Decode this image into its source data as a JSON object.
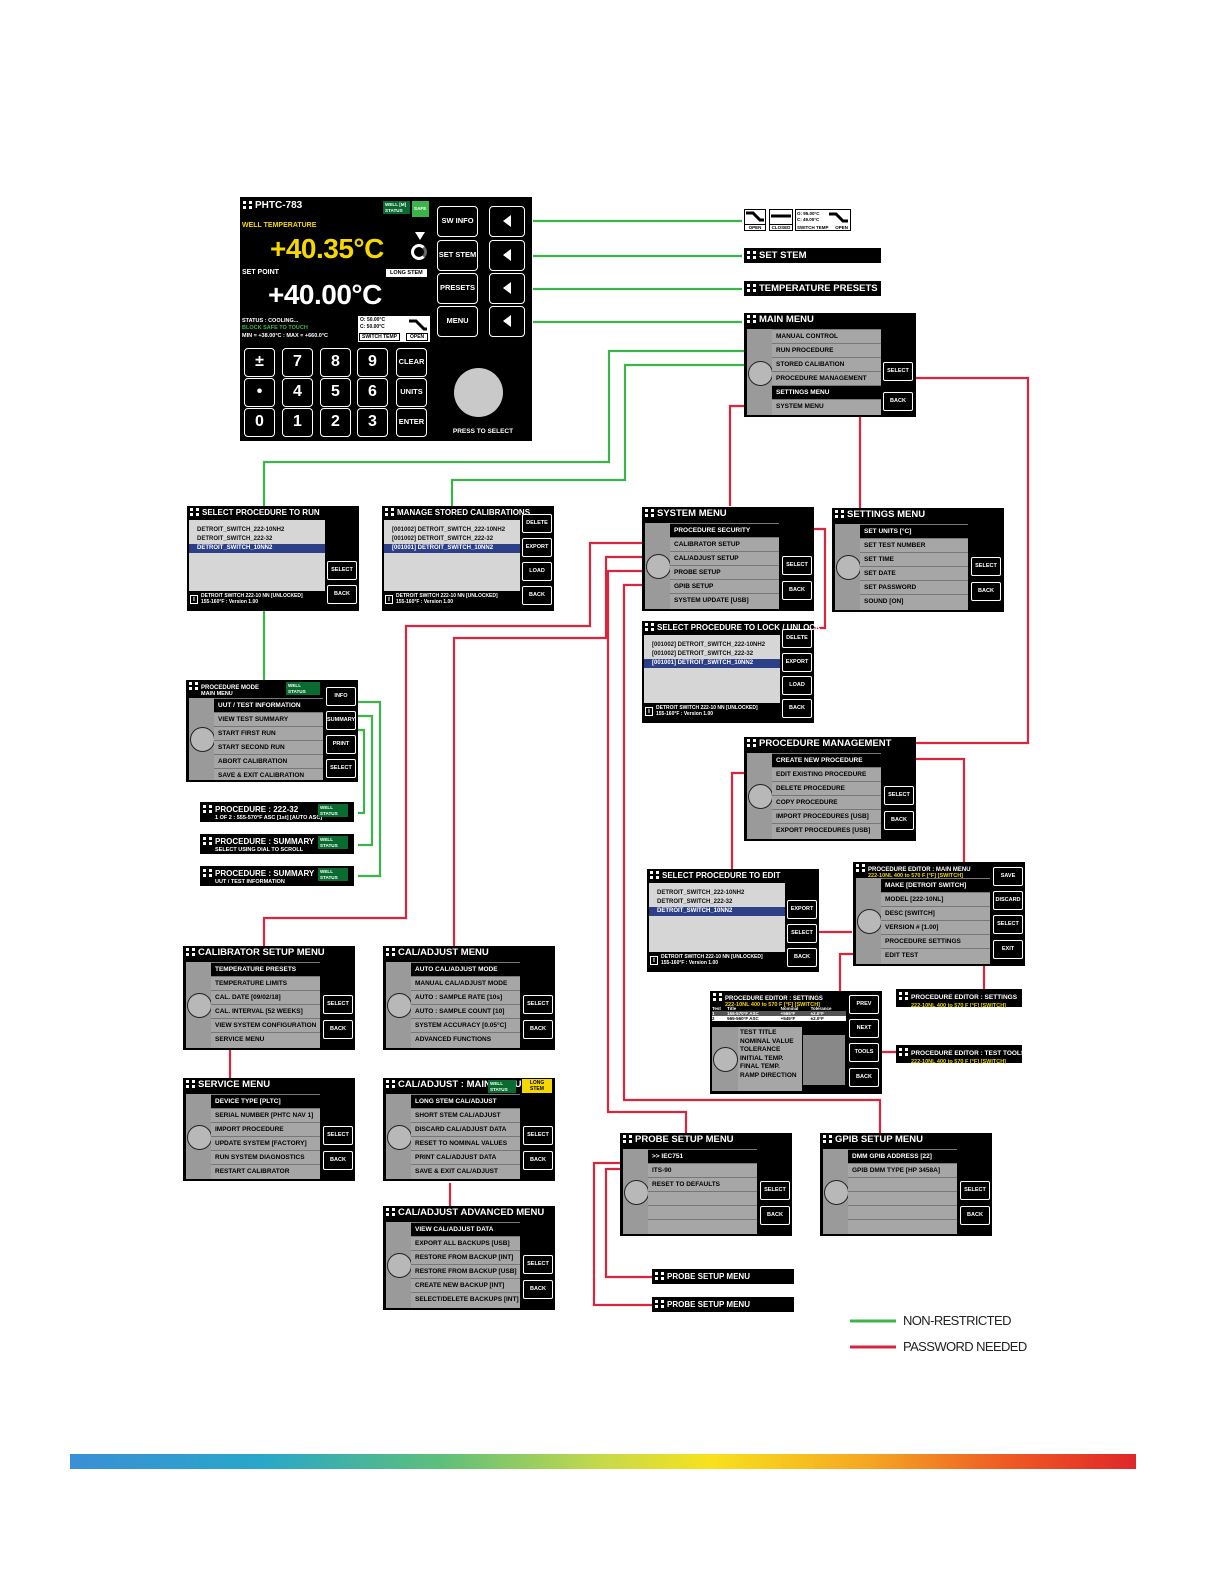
{
  "device": {
    "model": "PHTC-783",
    "well_status_label": "WELL [M] STATUS",
    "well_status_badge": "SAFE",
    "well_temp_label": "WELL TEMPERATURE",
    "well_temp": "+40.35°C",
    "set_point_label": "SET POINT",
    "stem_badge": "LONG STEM",
    "set_point": "+40.00°C",
    "status": "STATUS : COOLING...",
    "safe": "BLOCK SAFE TO TOUCH",
    "minmax": "MIN = +38.00°C : MAX = +660.0°C",
    "o_val": "O: 50.00°C",
    "c_val": "C: 50.00°C",
    "switch_temp": "SWITCH TEMP",
    "switch_state": "OPEN",
    "keys": [
      "±",
      "7",
      "8",
      "9",
      "CLEAR",
      "•",
      "4",
      "5",
      "6",
      "UNITS",
      "0",
      "1",
      "2",
      "3",
      "ENTER"
    ],
    "side_buttons": [
      "SW INFO",
      "SET STEM",
      "PRESETS",
      "MENU"
    ],
    "knob_label": "PRESS TO SELECT"
  },
  "sw_info": {
    "open": "OPEN",
    "closed": "CLOSED",
    "o": "O: 95.00°C",
    "c": "C: 49.00°C",
    "sw": "SWITCH TEMP",
    "open2": "OPEN"
  },
  "set_stem_bar": "SET STEM",
  "presets_bar": "TEMPERATURE PRESETS",
  "main_menu": {
    "title": "MAIN MENU",
    "items": [
      "MANUAL CONTROL",
      "RUN PROCEDURE",
      "STORED CALIBATION",
      "PROCEDURE MANAGEMENT",
      "SETTINGS MENU",
      "SYSTEM MENU"
    ],
    "select": "SELECT",
    "back": "BACK"
  },
  "select_run": {
    "title": "SELECT PROCEDURE TO RUN",
    "items": [
      "DETROIT_SWITCH_222-10NH2",
      "DETROIT_SWITCH_222-32",
      "DETROIT_SWITCH_10NN2"
    ],
    "footer1": "DETROIT SWITCH 222-10 NN [UNLOCKED]",
    "footer2": "155-160°F : Version 1.00",
    "select": "SELECT",
    "back": "BACK"
  },
  "manage_stored": {
    "title": "MANAGE STORED CALIBRATIONS",
    "items": [
      "[001002] DETROIT_SWITCH_222-10NH2",
      "[001002] DETROIT_SWITCH_222-32",
      "[001001] DETROIT_SWITCH_10NN2"
    ],
    "footer1": "DETROIT SWITCH 222-10 NN [UNLOCKED]",
    "footer2": "155-160°F : Version 1.00",
    "btns": [
      "DELETE",
      "EXPORT",
      "LOAD",
      "BACK"
    ]
  },
  "system_menu": {
    "title": "SYSTEM MENU",
    "items": [
      "PROCEDURE SECURITY",
      "CALIBRATOR SETUP",
      "CAL/ADJUST SETUP",
      "PROBE SETUP",
      "GPIB SETUP",
      "SYSTEM UPDATE [USB]"
    ],
    "select": "SELECT",
    "back": "BACK"
  },
  "settings_menu": {
    "title": "SETTINGS MENU",
    "items": [
      "SET UNITS [°C]",
      "SET TEST NUMBER",
      "SET TIME",
      "SET DATE",
      "SET PASSWORD",
      "SOUND [ON]"
    ],
    "select": "SELECT",
    "back": "BACK"
  },
  "lock_unlock": {
    "title": "SELECT PROCEDURE TO LOCK / UNLOCK",
    "items": [
      "[001002] DETROIT_SWITCH_222-10NH2",
      "[001002] DETROIT_SWITCH_222-32",
      "[001001] DETROIT_SWITCH_10NN2"
    ],
    "footer1": "DETROIT SWITCH 222-10 NN [UNLOCKED]",
    "footer2": "155-160°F : Version 1.00",
    "btns": [
      "DELETE",
      "EXPORT",
      "LOAD",
      "BACK"
    ]
  },
  "procedure_mode": {
    "title": "PROCEDURE MODE",
    "subtitle": "MAIN MENU",
    "well": "WELL STATUS",
    "items": [
      "UUT / TEST INFORMATION",
      "VIEW TEST SUMMARY",
      "START FIRST RUN",
      "START SECOND RUN",
      "ABORT CALIBRATION",
      "SAVE & EXIT CALIBRATION"
    ],
    "btns": [
      "INFO",
      "SUMMARY",
      "PRINT",
      "SELECT"
    ]
  },
  "bar_222": {
    "title": "PROCEDURE : 222-32",
    "sub": "1 OF 2 : 555-570°F ASC [1st] [AUTO ASC]",
    "well": "WELL STATUS"
  },
  "bar_summary1": {
    "title": "PROCEDURE : SUMMARY",
    "sub": "SELECT USING DIAL TO SCROLL",
    "well": "WELL STATUS"
  },
  "bar_summary2": {
    "title": "PROCEDURE : SUMMARY",
    "sub": "UUT / TEST INFORMATION",
    "well": "WELL STATUS"
  },
  "proc_mgmt": {
    "title": "PROCEDURE MANAGEMENT",
    "items": [
      "CREATE NEW PROCEDURE",
      "EDIT EXISTING PROCEDURE",
      "DELETE PROCEDURE",
      "COPY PROCEDURE",
      "IMPORT PROCEDURES [USB]",
      "EXPORT PROCEDURES [USB]"
    ],
    "select": "SELECT",
    "back": "BACK"
  },
  "select_edit": {
    "title": "SELECT PROCEDURE TO EDIT",
    "items": [
      "DETROIT_SWITCH_222-10NH2",
      "DETROIT_SWITCH_222-32",
      "DETROIT_SWITCH_10NN2"
    ],
    "footer1": "DETROIT SWITCH 222-10 NN [UNLOCKED]",
    "footer2": "155-160°F : Version 1.00",
    "btns": [
      "EXPORT",
      "SELECT",
      "BACK"
    ]
  },
  "editor_main": {
    "title": "PROCEDURE EDITOR : MAIN MENU",
    "subtitle": "222-10NL 400 to 570 F [°F] [SWITCH]",
    "items": [
      "MAKE [DETROIT SWITCH]",
      "MODEL [222-10NL]",
      "DESC [SWITCH]",
      "VERSION # [1.00]",
      "PROCEDURE SETTINGS",
      "EDIT TEST"
    ],
    "btns": [
      "SAVE",
      "DISCARD",
      "SELECT",
      "EXIT"
    ]
  },
  "editor_settings": {
    "title": "PROCEDURE EDITOR : SETTINGS",
    "subtitle": "222-10NL 400 to 570 F [°F] [SWITCH]",
    "head": [
      "Test",
      "Title",
      "Nominal",
      "Tolerance"
    ],
    "rows": [
      [
        "1",
        "155-570°F ASC",
        "+565°F",
        "±2.0°F"
      ],
      [
        "2",
        "565-560°F ASC",
        "+545°F",
        "±2.0°F"
      ]
    ],
    "list": [
      "TEST TITLE",
      "NOMINAL VALUE",
      "TOLERANCE",
      "INITIAL TEMP.",
      "FINAL TEMP.",
      "RAMP DIRECTION"
    ],
    "btns": [
      "PREV",
      "NEXT",
      "TOOLS",
      "BACK"
    ]
  },
  "bar_ed_settings": {
    "title": "PROCEDURE EDITOR : SETTINGS",
    "sub": "222-10NL 400 to 570 F [°F] [SWITCH]"
  },
  "bar_ed_tools": {
    "title": "PROCEDURE EDITOR : TEST TOOLS",
    "sub": "222-10NL 400 to 570 F [°F] [SWITCH]"
  },
  "calibrator_setup": {
    "title": "CALIBRATOR SETUP MENU",
    "items": [
      "TEMPERATURE PRESETS",
      "TEMPERATURE LIMITS",
      "CAL. DATE [09/02/18]",
      "CAL. INTERVAL [52 WEEKS]",
      "VIEW SYSTEM CONFIGURATION",
      "SERVICE MENU"
    ],
    "select": "SELECT",
    "back": "BACK"
  },
  "service_menu": {
    "title": "SERVICE MENU",
    "items": [
      "DEVICE TYPE [PLTC]",
      "SERIAL NUMBER [PHTC NAV 1]",
      "IMPORT PROCEDURE",
      "UPDATE SYSTEM [FACTORY]",
      "RUN SYSTEM DIAGNOSTICS",
      "RESTART CALIBRATOR"
    ],
    "select": "SELECT",
    "back": "BACK"
  },
  "cal_adjust_menu": {
    "title": "CAL/ADJUST MENU",
    "items": [
      "AUTO CAL/ADJUST MODE",
      "MANUAL CAL/ADJUST MODE",
      "AUTO : SAMPLE RATE [10s]",
      "AUTO : SAMPLE COUNT [10]",
      "SYSTEM ACCURACY [0.05°C]",
      "ADVANCED FUNCTIONS"
    ],
    "select": "SELECT",
    "back": "BACK"
  },
  "cal_adjust_main": {
    "title": "CAL/ADJUST : MAIN MENU",
    "well": "WELL STATUS",
    "stem": "LONG STEM",
    "items": [
      "LONG STEM CAL/ADJUST",
      "SHORT STEM CAL/ADJUST",
      "DISCARD CAL/ADJUST DATA",
      "RESET TO NOMINAL VALUES",
      "PRINT CAL/ADJUST DATA",
      "SAVE & EXIT CAL/ADJUST"
    ],
    "select": "SELECT",
    "back": "BACK"
  },
  "cal_adjust_adv": {
    "title": "CAL/ADJUST ADVANCED MENU",
    "items": [
      "VIEW CAL/ADJUST DATA",
      "EXPORT ALL BACKUPS [USB]",
      "RESTORE FROM BACKUP [INT]",
      "RESTORE FROM BACKUP [USB]",
      "CREATE NEW BACKUP [INT]",
      "SELECT/DELETE BACKUPS [INT]"
    ],
    "select": "SELECT",
    "back": "BACK"
  },
  "probe_setup": {
    "title": "PROBE SETUP MENU",
    "items": [
      ">> IEC751",
      "ITS-90",
      "RESET TO DEFAULTS",
      "",
      "",
      ""
    ],
    "select": "SELECT",
    "back": "BACK"
  },
  "gpib_setup": {
    "title": "GPIB SETUP MENU",
    "items": [
      "DMM GPIB ADDRESS [22]",
      "GPIB DMM TYPE [HP 3458A]",
      "",
      "",
      "",
      ""
    ],
    "select": "SELECT",
    "back": "BACK"
  },
  "probe_bar1": "PROBE SETUP MENU",
  "probe_bar2": "PROBE SETUP MENU",
  "legend": {
    "nonrestricted": "NON-RESTRICTED",
    "password": "PASSWORD NEEDED",
    "green": "#3bb54a",
    "red": "#d7263d"
  }
}
